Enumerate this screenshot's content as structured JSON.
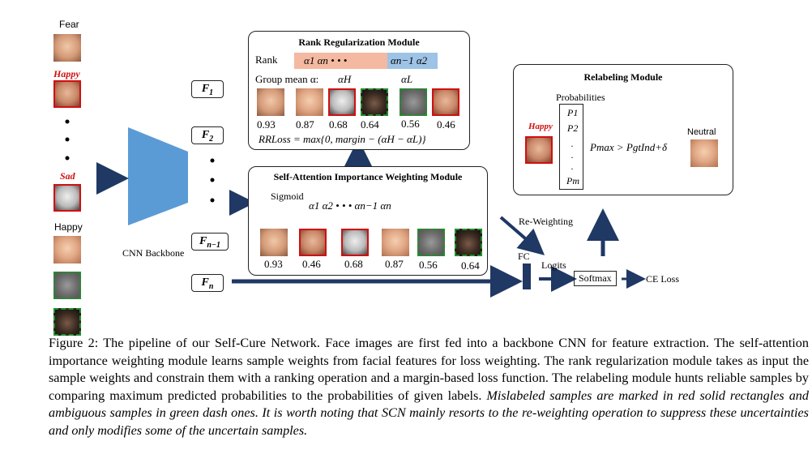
{
  "left_column": {
    "label_fear": "Fear",
    "label_happy_red": "Happy",
    "label_sad_red": "Sad",
    "label_happy": "Happy"
  },
  "backbone": {
    "label": "CNN Backbone"
  },
  "features": {
    "f1": "F",
    "f1_sub": "1",
    "f2": "F",
    "f2_sub": "2",
    "fn1": "F",
    "fn1_sub": "n−1",
    "fn": "F",
    "fn_sub": "n"
  },
  "rank_module": {
    "title": "Rank Regularization Module",
    "rank_label": "Rank",
    "high_group": "α1  αn  • • •",
    "low_group": "αn−1  α2",
    "group_mean_label": "Group mean α:",
    "alpha_h": "αH",
    "alpha_l": "αL",
    "scores": [
      "0.93",
      "0.87",
      "0.68",
      "0.64",
      "0.56",
      "0.46"
    ],
    "loss": "RRLoss = max{0, margin − (αH − αL)}"
  },
  "sa_module": {
    "title": "Self-Attention Importance Weighting Module",
    "sigmoid": "Sigmoid",
    "alphas": "α1  α2  • • •  αn−1  αn",
    "scores": [
      "0.93",
      "0.46",
      "0.68",
      "0.87",
      "0.56",
      "0.64"
    ]
  },
  "relabel_module": {
    "title": "Relabeling Module",
    "probabilities": "Probabilities",
    "happy": "Happy",
    "p1": "P1",
    "p2": "P2",
    "pm": "Pm",
    "rule": "Pmax > PgtInd+δ",
    "neutral": "Neutral"
  },
  "flow": {
    "reweighting": "Re-Weighting",
    "fc": "FC",
    "logits": "Logits",
    "softmax": "Softmax",
    "ce_loss": "CE Loss"
  },
  "caption": {
    "normal": "Figure 2: The pipeline of our Self-Cure Network. Face images are first fed into a backbone CNN for feature extraction. The self-attention importance weighting module learns sample weights from facial features for loss weighting. The rank regularization module takes as input the sample weights and constrain them with a ranking operation and a margin-based loss function. The relabeling module hunts reliable samples by comparing maximum predicted probabilities to the probabilities of given labels.",
    "italic": "Mislabeled samples are marked in red solid rectangles and ambiguous samples in green dash ones. It is worth noting that SCN mainly resorts to the re-weighting operation to suppress these uncertainties and only modifies some of the uncertain samples."
  },
  "colors": {
    "arrow": "#1f3864",
    "trapezoid": "#5b9bd5",
    "red": "#d01010",
    "green": "#1f8f2a",
    "high_group_bg": "#f4b9a0",
    "low_group_bg": "#9dc3e6"
  }
}
